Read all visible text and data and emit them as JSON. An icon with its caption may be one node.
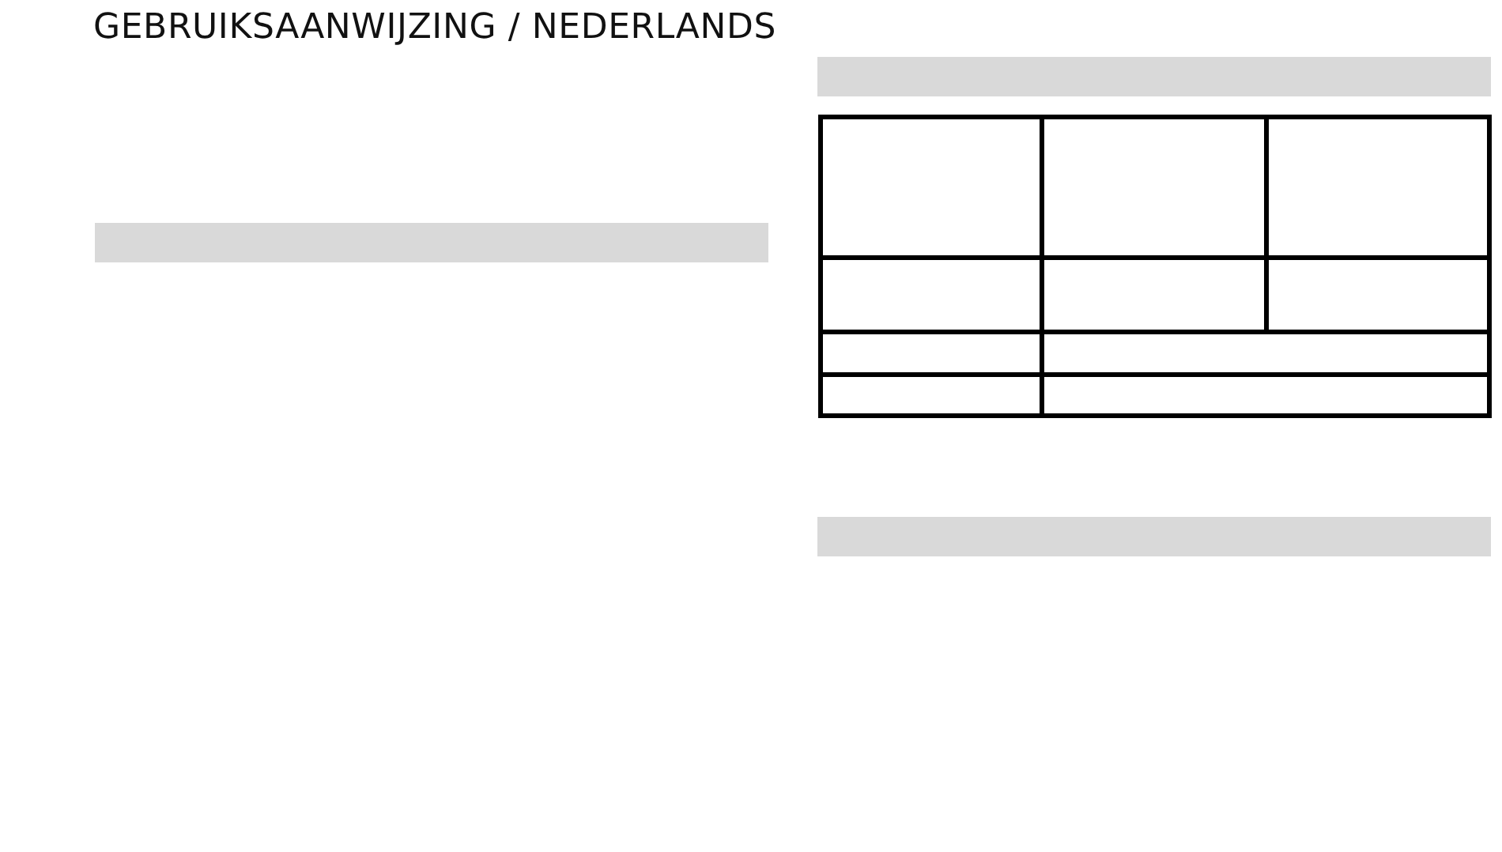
{
  "diagram": {
    "title": "GEBRUIKSAANWIJZING / NEDERLANDS",
    "nodes": [
      {
        "text": [],
        "shape": "bar"
      },
      {
        "text": [],
        "shape": "bar"
      },
      {
        "text": [],
        "shape": "bar"
      }
    ]
  }
}
